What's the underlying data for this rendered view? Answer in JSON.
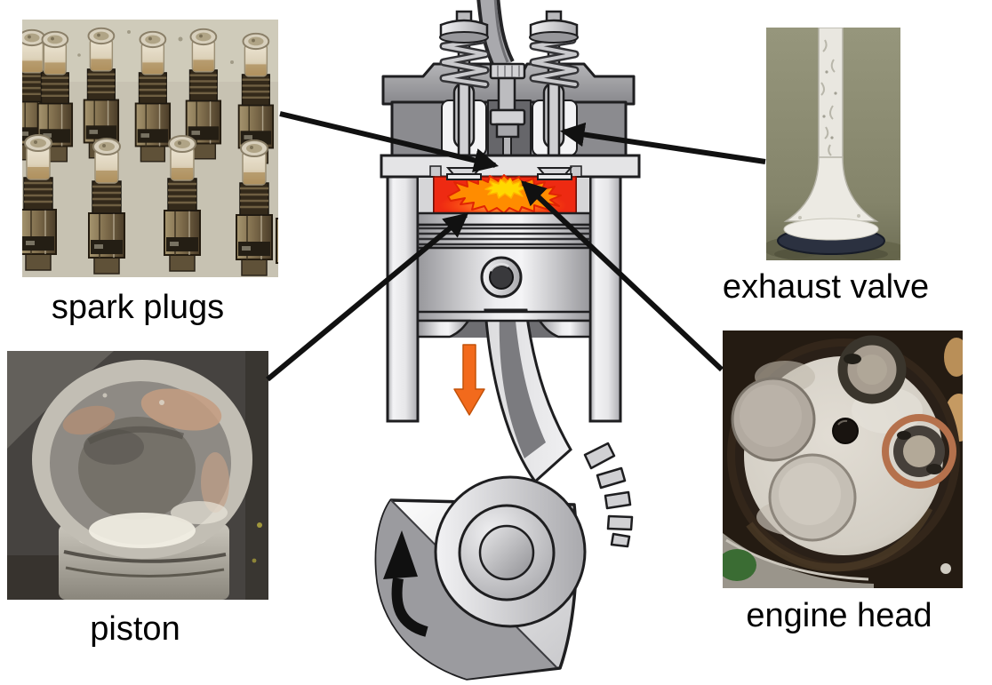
{
  "photos": {
    "spark_plugs": {
      "label": "spark plugs"
    },
    "exhaust_valve": {
      "label": "exhaust valve"
    },
    "piston": {
      "label": "piston"
    },
    "engine_head": {
      "label": "engine head"
    }
  },
  "diagram": {
    "type": "single-cylinder-engine-cross-section",
    "parts": [
      "spark-plug",
      "spark-plug-wire",
      "intake-valve",
      "exhaust-valve",
      "valve-springs",
      "cylinder-head",
      "combustion-chamber",
      "flame-burst",
      "piston",
      "piston-rings",
      "piston-pin",
      "connecting-rod",
      "crankshaft-counterweight",
      "crank-journal"
    ],
    "motion": {
      "piston_arrow_direction": "down",
      "crank_arrow_direction": "counter-clockwise"
    },
    "callouts": [
      {
        "from": "spark-plugs-photo",
        "to": "spark-plug"
      },
      {
        "from": "exhaust-valve-photo",
        "to": "exhaust-valve"
      },
      {
        "from": "piston-photo",
        "to": "piston"
      },
      {
        "from": "engine-head-photo",
        "to": "combustion-chamber"
      }
    ]
  },
  "colors": {
    "background": "#ffffff",
    "combustion_red": "#ee2a12",
    "flame_orange": "#ff8c00",
    "flame_yellow": "#ffd800",
    "motion_arrow_orange": "#f26a1c",
    "callout_line": "#111111",
    "label_text": "#000000"
  }
}
